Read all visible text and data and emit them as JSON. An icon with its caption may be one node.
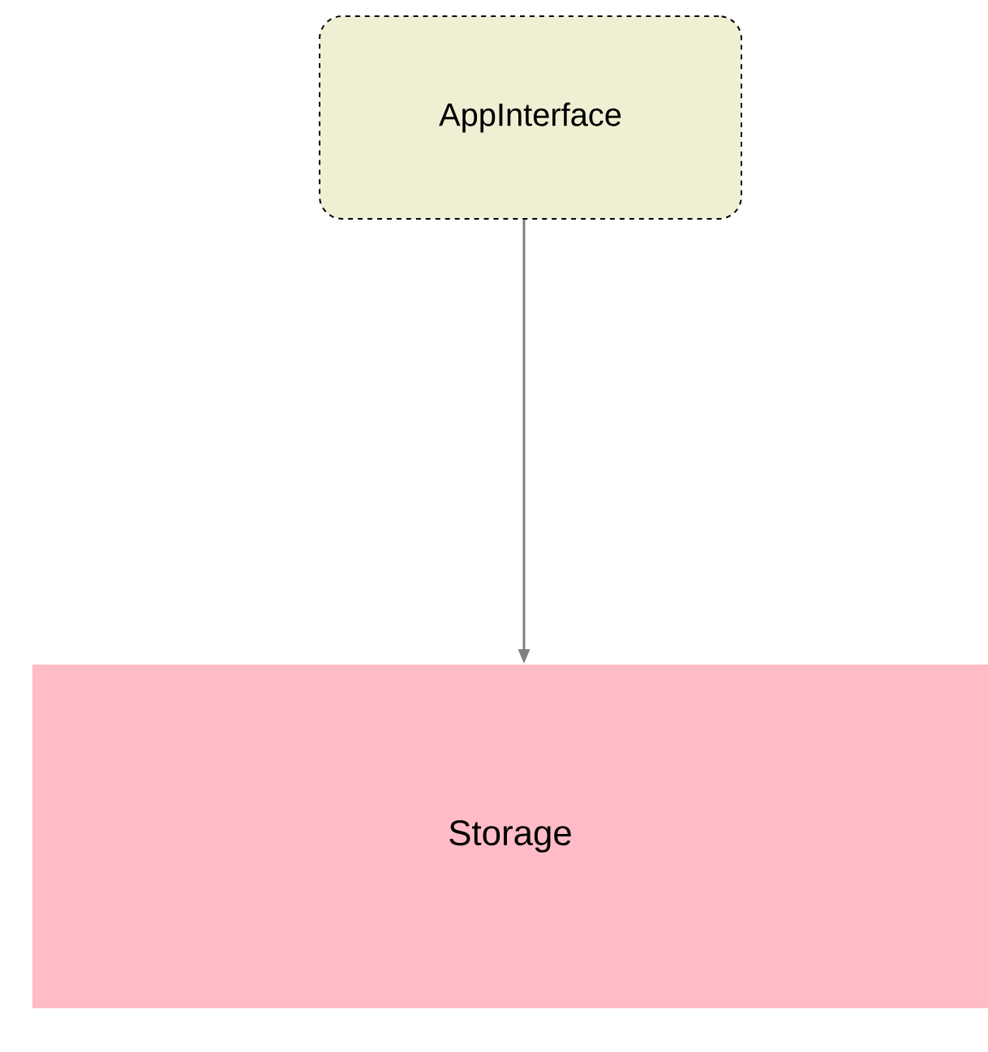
{
  "diagram": {
    "nodes": [
      {
        "text": [
          "AppInterface"
        ]
      },
      {
        "text": [
          "Storage"
        ]
      }
    ],
    "edges": [
      {
        "from": 0,
        "to": 1,
        "arrow": "to",
        "color": "#808080"
      }
    ]
  }
}
